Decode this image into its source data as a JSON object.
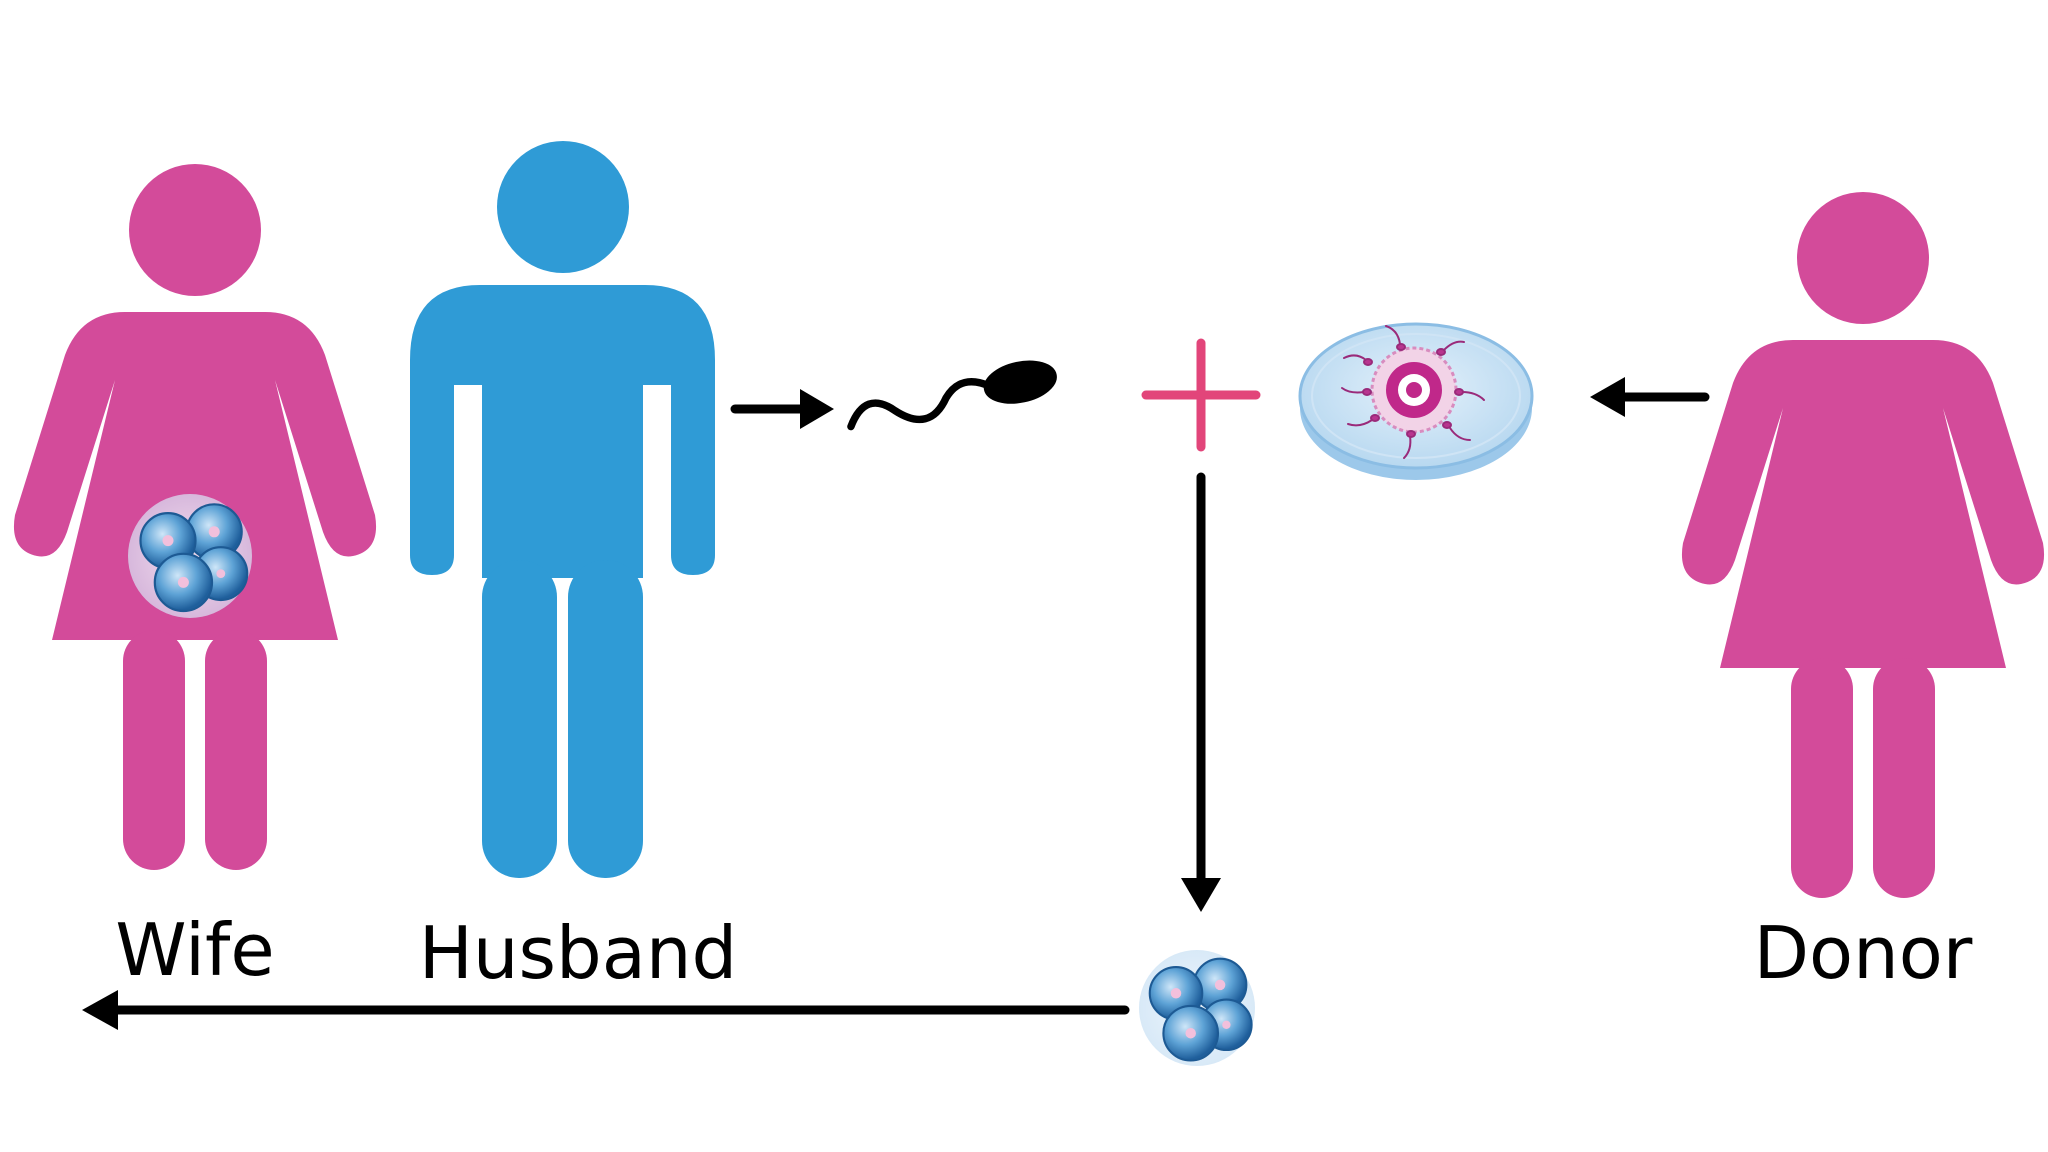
{
  "labels": {
    "wife": "Wife",
    "husband": "Husband",
    "donor": "Donor"
  },
  "colors": {
    "female": "#d34b9a",
    "male": "#2f9bd6",
    "plus": "#e2457a",
    "arrow": "#000000",
    "dish": "#b9daf2",
    "egg": "#c0288a"
  },
  "icons": [
    "female-figure",
    "male-figure",
    "sperm-icon",
    "plus-icon",
    "petri-dish-egg-icon",
    "embryo-icon",
    "arrow"
  ]
}
